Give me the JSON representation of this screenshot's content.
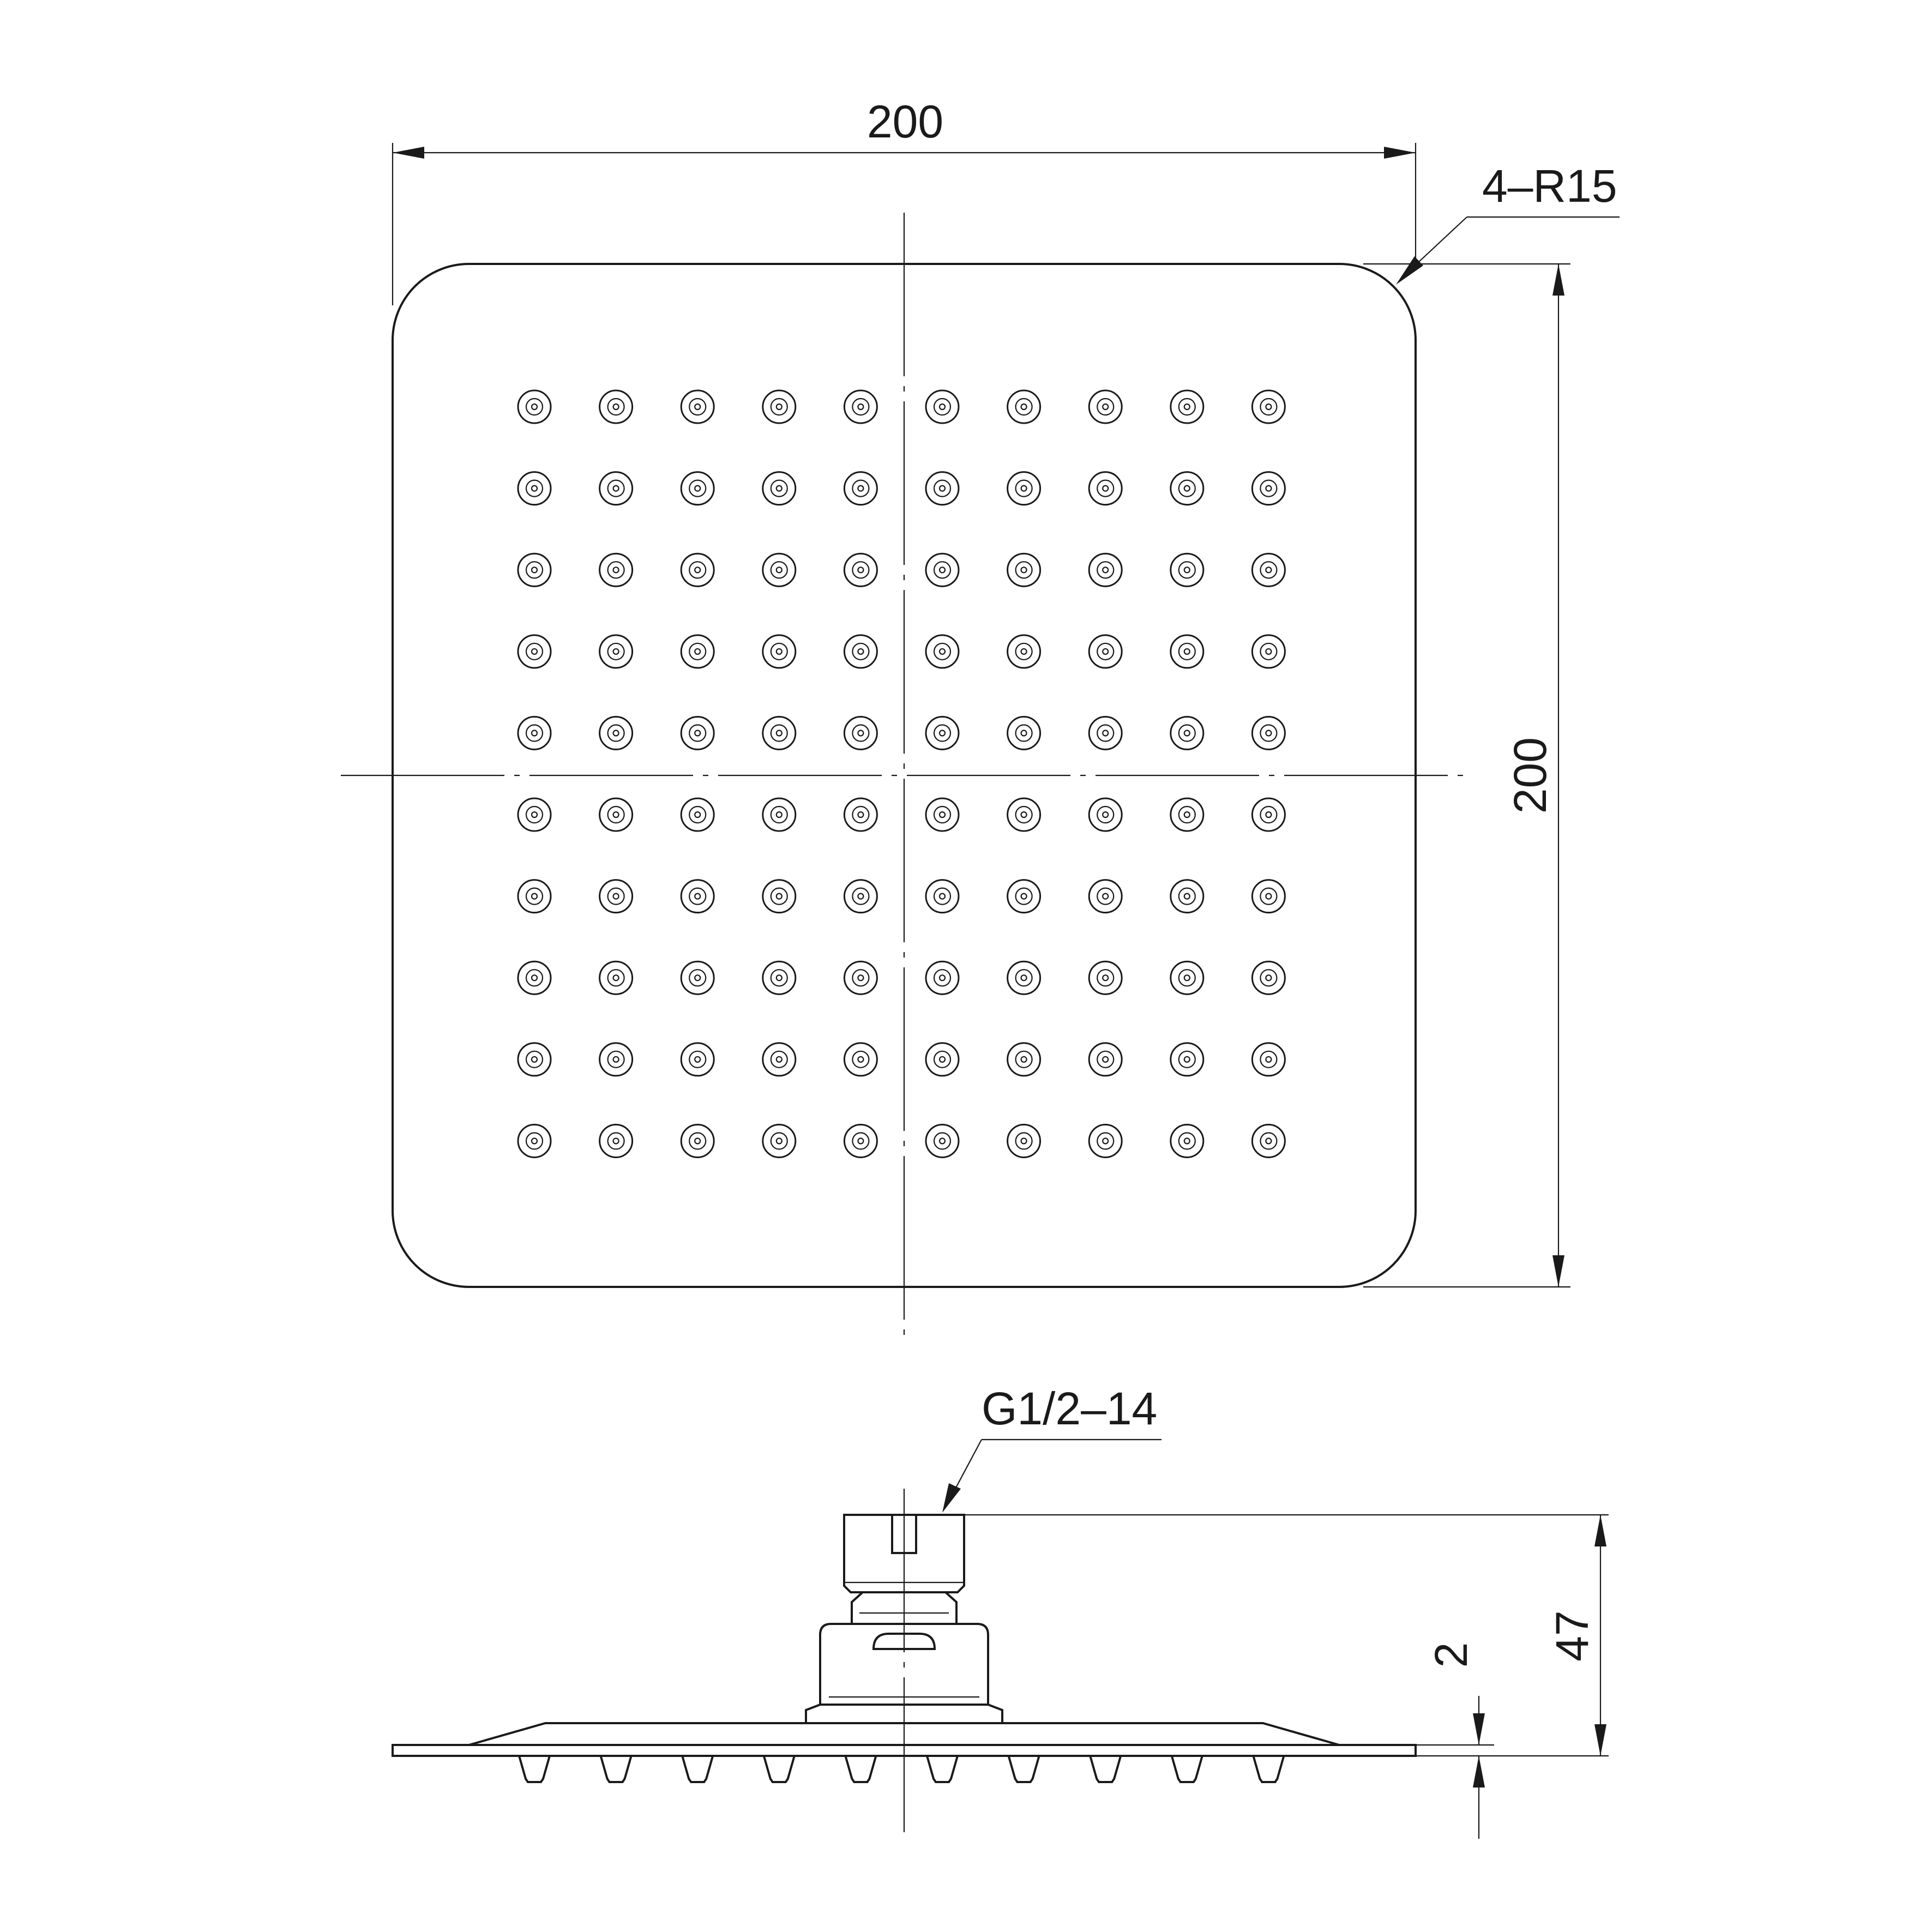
{
  "top_view": {
    "width_label": "200",
    "height_label": "200",
    "radius_label": "4–R15",
    "nozzle_grid": {
      "rows": 10,
      "cols": 10
    }
  },
  "side_view": {
    "thread_label": "G1/2–14",
    "height_label": "47",
    "plate_thickness_label": "2",
    "nozzle_count": 10
  }
}
